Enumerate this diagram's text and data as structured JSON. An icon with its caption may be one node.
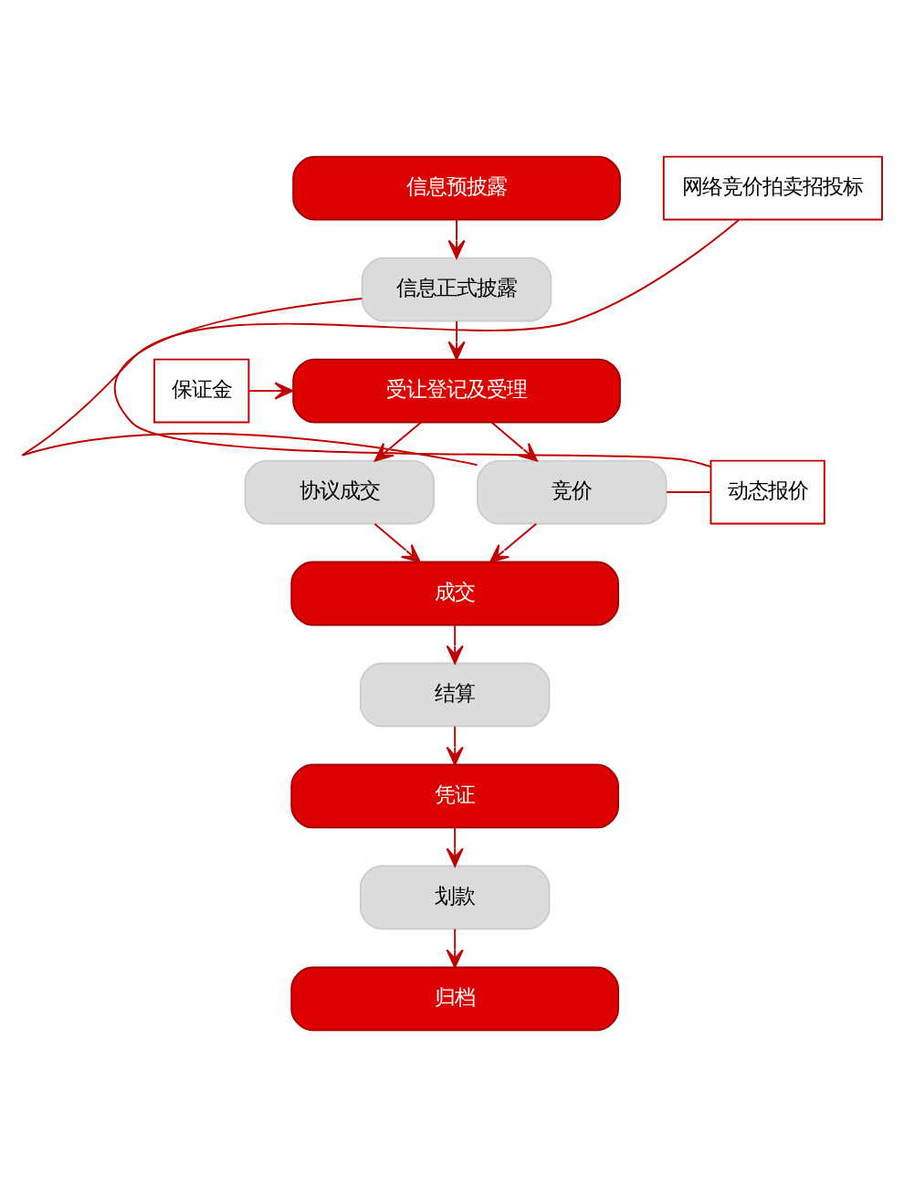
{
  "diagram": {
    "nodes": [
      {
        "text": [
          "信息预披露"
        ]
      },
      {
        "text": [
          "信息正式披露"
        ]
      },
      {
        "text": [
          "受让登记及受理"
        ]
      },
      {
        "text": [
          "保证金"
        ]
      },
      {
        "text": [
          "协议成交"
        ]
      },
      {
        "text": [
          "竞价"
        ]
      },
      {
        "text": [
          "动态报价"
        ]
      },
      {
        "text": [
          "网络竞价拍卖招投标"
        ]
      },
      {
        "text": [
          "成交"
        ]
      },
      {
        "text": [
          "结算"
        ]
      },
      {
        "text": [
          "凭证"
        ]
      },
      {
        "text": [
          "划款"
        ]
      },
      {
        "text": [
          "归档"
        ]
      }
    ],
    "edges": [
      {
        "from": 0,
        "to": 1,
        "arrow": "to"
      },
      {
        "from": 1,
        "to": 2,
        "arrow": "to"
      },
      {
        "from": 3,
        "to": 2,
        "arrow": "to"
      },
      {
        "from": 1,
        "to": 6,
        "arrow": "none"
      },
      {
        "from": 2,
        "to": 4,
        "arrow": "to"
      },
      {
        "from": 2,
        "to": 5,
        "arrow": "to"
      },
      {
        "from": 5,
        "to": 6,
        "arrow": "none"
      },
      {
        "from": 5,
        "to": 7,
        "arrow": "none"
      },
      {
        "from": 4,
        "to": 8,
        "arrow": "to"
      },
      {
        "from": 5,
        "to": 8,
        "arrow": "to"
      },
      {
        "from": 8,
        "to": 9,
        "arrow": "to"
      },
      {
        "from": 9,
        "to": 10,
        "arrow": "to"
      },
      {
        "from": 10,
        "to": 11,
        "arrow": "to"
      },
      {
        "from": 11,
        "to": 12,
        "arrow": "to"
      }
    ]
  }
}
